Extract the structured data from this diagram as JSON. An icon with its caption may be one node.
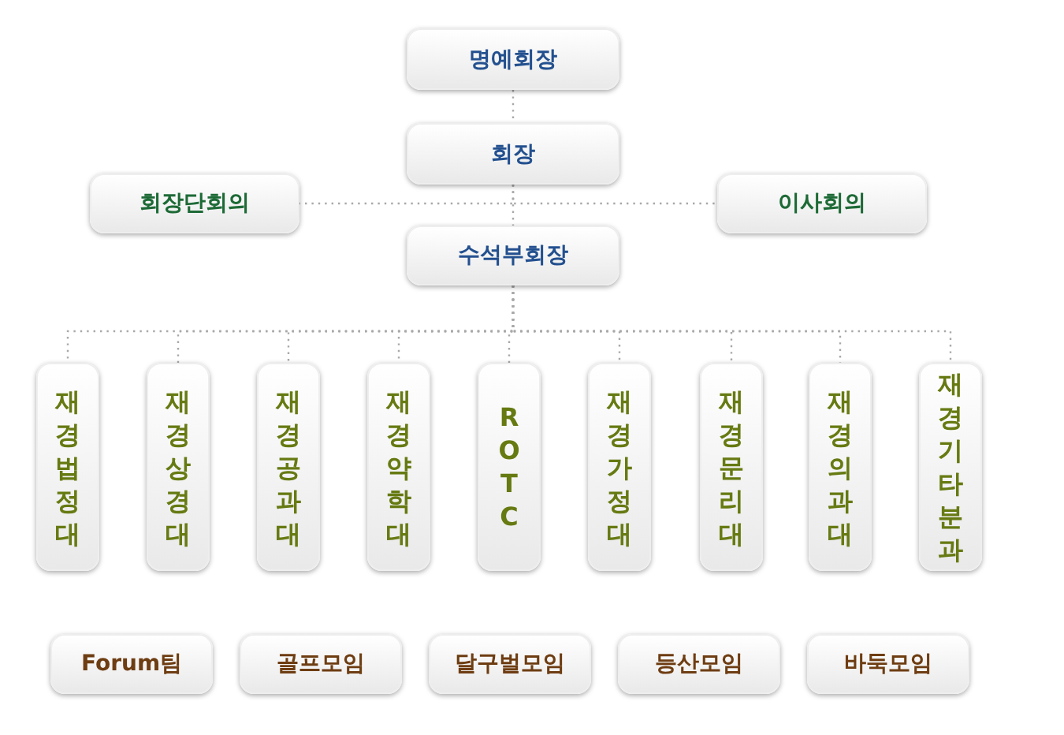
{
  "diagram": {
    "nodes": [
      {
        "text": [
          "명예회장"
        ]
      },
      {
        "text": [
          "회장"
        ]
      },
      {
        "text": [
          "회장단회의"
        ]
      },
      {
        "text": [
          "이사회의"
        ]
      },
      {
        "text": [
          "수석부회장"
        ]
      },
      {
        "text": [
          "재경법정대"
        ]
      },
      {
        "text": [
          "재경상경대"
        ]
      },
      {
        "text": [
          "재경공과대"
        ]
      },
      {
        "text": [
          "재경약학대"
        ]
      },
      {
        "text": [
          "ROTC"
        ]
      },
      {
        "text": [
          "재경가정대"
        ]
      },
      {
        "text": [
          "재경문리대"
        ]
      },
      {
        "text": [
          "재경의과대"
        ]
      },
      {
        "text": [
          "재경기타분과"
        ]
      },
      {
        "text": [
          "Forum팀"
        ]
      },
      {
        "text": [
          "골프모임"
        ]
      },
      {
        "text": [
          "달구벌모임"
        ]
      },
      {
        "text": [
          "등산모임"
        ]
      },
      {
        "text": [
          "바둑모임"
        ]
      }
    ],
    "edges": [
      {
        "from": 0,
        "to": 1,
        "arrow": "none",
        "style": "dashed"
      },
      {
        "from": 1,
        "to": 4,
        "arrow": "none",
        "style": "dashed"
      },
      {
        "from": 1,
        "to": 2,
        "arrow": "none",
        "style": "dashed"
      },
      {
        "from": 1,
        "to": 3,
        "arrow": "none",
        "style": "dashed"
      },
      {
        "from": 4,
        "to": 5,
        "arrow": "none",
        "style": "dashed"
      },
      {
        "from": 4,
        "to": 6,
        "arrow": "none",
        "style": "dashed"
      },
      {
        "from": 4,
        "to": 7,
        "arrow": "none",
        "style": "dashed"
      },
      {
        "from": 4,
        "to": 8,
        "arrow": "none",
        "style": "dashed"
      },
      {
        "from": 4,
        "to": 9,
        "arrow": "none",
        "style": "dashed"
      },
      {
        "from": 4,
        "to": 10,
        "arrow": "none",
        "style": "dashed"
      },
      {
        "from": 4,
        "to": 11,
        "arrow": "none",
        "style": "dashed"
      },
      {
        "from": 4,
        "to": 12,
        "arrow": "none",
        "style": "dashed"
      },
      {
        "from": 4,
        "to": 13,
        "arrow": "none",
        "style": "dashed"
      }
    ]
  }
}
